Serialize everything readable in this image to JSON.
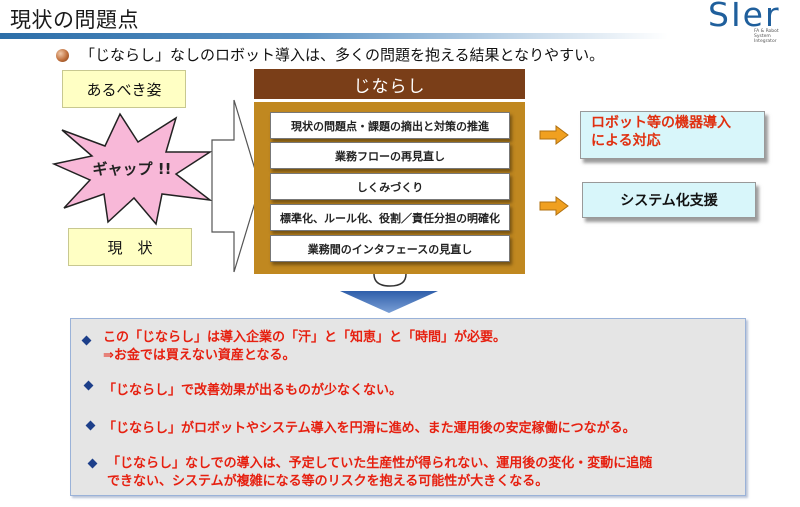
{
  "header": {
    "title": "現状の問題点",
    "logo_text": "SIer",
    "logo_tagline": "FA & Robot System Integrator"
  },
  "subtitle": "「じならし」なしのロボット導入は、多くの問題を抱える結果となりやすい。",
  "left": {
    "ideal_label": "あるべき姿",
    "gap_label": "ギャップ !!",
    "current_label": "現　状"
  },
  "jinarashi": {
    "title": "じならし",
    "items": [
      "現状の問題点・課題の摘出と対策の推進",
      "業務フローの再見直し",
      "しくみづくり",
      "標準化、ルール化、役割／責任分担の明確化",
      "業務間のインタフェースの見直し"
    ]
  },
  "right": {
    "robot_line1": "ロボット等の機器導入",
    "robot_line2": "による対応",
    "system_label": "システム化支援"
  },
  "bottom": {
    "b1_line1": "この「じならし」は導入企業の「汗」と「知恵」と「時間」が必要。",
    "b1_line2": "⇒お金では買えない資産となる。",
    "b2": "「じならし」で改善効果が出るものが少なくない。",
    "b3": "「じならし」がロボットやシステム導入を円滑に進め、また運用後の安定稼働につながる。",
    "b4_line1": "「じならし」なしでの導入は、予定していた生産性が得られない、運用後の変化・変動に追随",
    "b4_line2": "できない、システムが複雑になる等のリスクを抱える可能性が大きくなる。"
  },
  "colors": {
    "jinarashi_header": "#7a3e18",
    "jinarashi_frame": "#c08820",
    "gap_burst": "#f8b8d8",
    "cyan_box": "#d8f6fa",
    "yellow_box": "#ffffc4",
    "emphasis_red": "#e62010",
    "bullet_navy": "#1d3f8a",
    "arrow_orange": "#f0a020"
  },
  "icons": {
    "subtitle_bullet": "sphere-bullet-icon",
    "bottom_bullet": "diamond-bullet-icon"
  }
}
